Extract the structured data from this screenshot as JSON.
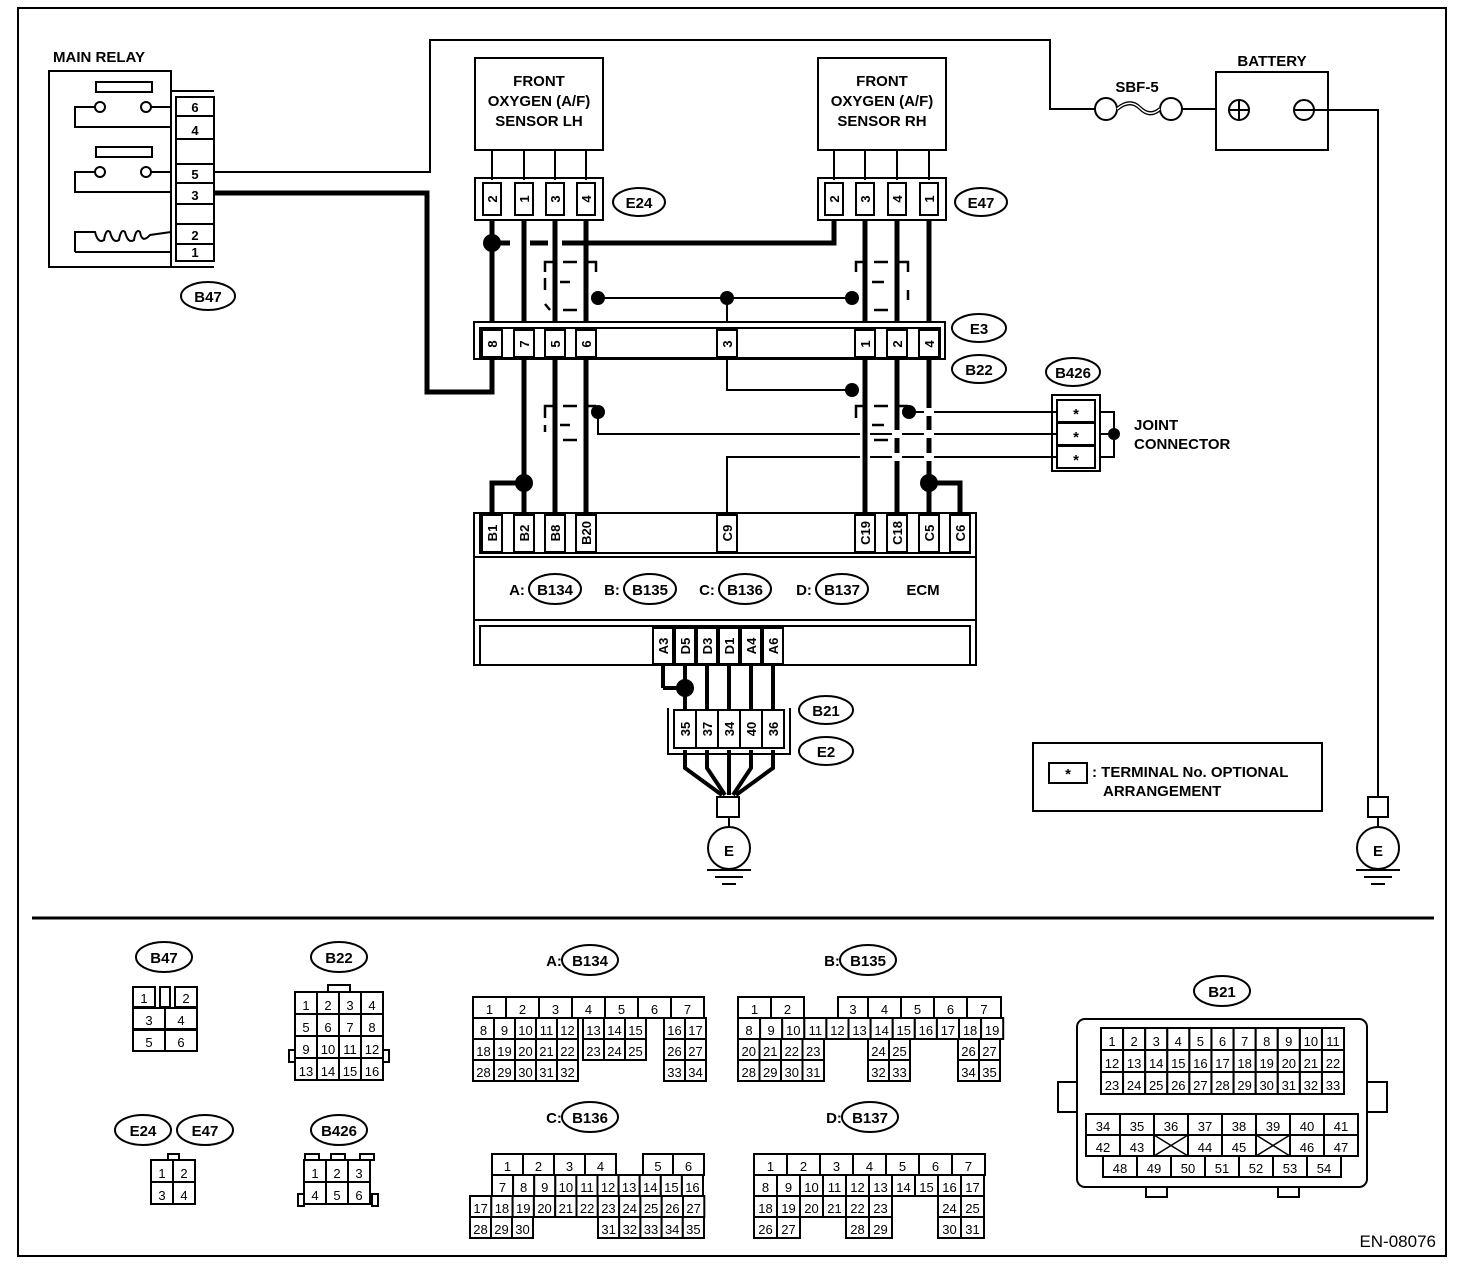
{
  "diagram": {
    "id_code": "EN-08076",
    "components": {
      "main_relay": {
        "title": "MAIN RELAY",
        "connector": "B47",
        "pins": [
          "6",
          "4",
          "",
          "5",
          "3",
          "",
          "2",
          "1"
        ]
      },
      "sensor_lh": {
        "title_lines": [
          "FRONT",
          "OXYGEN (A/F)",
          "SENSOR LH"
        ],
        "connector": "E24",
        "pins": [
          "2",
          "1",
          "3",
          "4"
        ]
      },
      "sensor_rh": {
        "title_lines": [
          "FRONT",
          "OXYGEN (A/F)",
          "SENSOR RH"
        ],
        "connector": "E47",
        "pins": [
          "2",
          "3",
          "4",
          "1"
        ]
      },
      "fuse": {
        "label": "SBF-5"
      },
      "battery": {
        "title": "BATTERY",
        "pos": "+",
        "neg": "−"
      },
      "inline_connector": {
        "labels": [
          "E3",
          "B22"
        ],
        "pins": [
          "8",
          "7",
          "5",
          "6",
          "3",
          "1",
          "2",
          "4"
        ]
      },
      "joint_connector": {
        "connector": "B426",
        "title_lines": [
          "JOINT",
          "CONNECTOR"
        ],
        "pins": [
          "*",
          "*",
          "*"
        ]
      },
      "ecm": {
        "title": "ECM",
        "top_pins": [
          "B1",
          "B2",
          "B8",
          "B20",
          "C9",
          "C19",
          "C18",
          "C5",
          "C6"
        ],
        "connectors": [
          {
            "prefix": "A:",
            "code": "B134"
          },
          {
            "prefix": "B:",
            "code": "B135"
          },
          {
            "prefix": "C:",
            "code": "B136"
          },
          {
            "prefix": "D:",
            "code": "B137"
          }
        ],
        "bottom_pins": [
          "A3",
          "D5",
          "D3",
          "D1",
          "A4",
          "A6"
        ]
      },
      "ground_connector": {
        "labels": [
          "B21",
          "E2"
        ],
        "pins": [
          "35",
          "37",
          "34",
          "40",
          "36"
        ]
      },
      "ground_symbol": {
        "label": "E"
      },
      "legend": {
        "symbol": "*",
        "line1": ": TERMINAL No. OPTIONAL",
        "line2": "ARRANGEMENT"
      }
    },
    "connector_views": {
      "B47": {
        "label": "B47",
        "rows": [
          [
            "1",
            "",
            "2"
          ],
          [
            "3",
            "4"
          ],
          [
            "5",
            "6"
          ]
        ]
      },
      "B22": {
        "label": "B22",
        "rows": [
          [
            "1",
            "2",
            "3",
            "4"
          ],
          [
            "5",
            "6",
            "7",
            "8"
          ],
          [
            "9",
            "10",
            "11",
            "12"
          ],
          [
            "13",
            "14",
            "15",
            "16"
          ]
        ]
      },
      "E24_E47": {
        "labels": [
          "E24",
          "E47"
        ],
        "rows": [
          [
            "1",
            "2"
          ],
          [
            "3",
            "4"
          ]
        ]
      },
      "B426": {
        "label": "B426",
        "rows": [
          [
            "1",
            "2",
            "3"
          ],
          [
            "4",
            "5",
            "6"
          ]
        ]
      },
      "B134": {
        "prefix": "A:",
        "label": "B134",
        "row1": [
          "1",
          "2",
          "3",
          "4",
          "5",
          "6",
          "7"
        ],
        "row2": [
          "8",
          "9",
          "10",
          "11",
          "12",
          "13",
          "14",
          "15",
          "16",
          "17"
        ],
        "row3": [
          "18",
          "19",
          "20",
          "21",
          "22",
          "23",
          "24",
          "25",
          "26",
          "27"
        ],
        "row4": [
          "28",
          "29",
          "30",
          "31",
          "32",
          "33",
          "34"
        ]
      },
      "B135": {
        "prefix": "B:",
        "label": "B135",
        "row1": [
          "1",
          "2",
          "3",
          "4",
          "5",
          "6",
          "7"
        ],
        "row2": [
          "8",
          "9",
          "10",
          "11",
          "12",
          "13",
          "14",
          "15",
          "16",
          "17",
          "18",
          "19"
        ],
        "row3": [
          "20",
          "21",
          "22",
          "23",
          "24",
          "25",
          "26",
          "27"
        ],
        "row4": [
          "28",
          "29",
          "30",
          "31",
          "32",
          "33",
          "34",
          "35"
        ]
      },
      "B136": {
        "prefix": "C:",
        "label": "B136",
        "row1": [
          "1",
          "2",
          "3",
          "4",
          "5",
          "6"
        ],
        "row2": [
          "7",
          "8",
          "9",
          "10",
          "11",
          "12",
          "13",
          "14",
          "15",
          "16"
        ],
        "row3": [
          "17",
          "18",
          "19",
          "20",
          "21",
          "22",
          "23",
          "24",
          "25",
          "26",
          "27"
        ],
        "row4": [
          "28",
          "29",
          "30",
          "31",
          "32",
          "33",
          "34",
          "35"
        ]
      },
      "B137": {
        "prefix": "D:",
        "label": "B137",
        "row1": [
          "1",
          "2",
          "3",
          "4",
          "5",
          "6",
          "7"
        ],
        "row2": [
          "8",
          "9",
          "10",
          "11",
          "12",
          "13",
          "14",
          "15",
          "16",
          "17"
        ],
        "row3": [
          "18",
          "19",
          "20",
          "21",
          "22",
          "23",
          "24",
          "25"
        ],
        "row4": [
          "26",
          "27",
          "28",
          "29",
          "30",
          "31"
        ]
      },
      "B21": {
        "label": "B21",
        "row1": [
          "1",
          "2",
          "3",
          "4",
          "5",
          "6",
          "7",
          "8",
          "9",
          "10",
          "11"
        ],
        "row2": [
          "12",
          "13",
          "14",
          "15",
          "16",
          "17",
          "18",
          "19",
          "20",
          "21",
          "22"
        ],
        "row3": [
          "23",
          "24",
          "25",
          "26",
          "27",
          "28",
          "29",
          "30",
          "31",
          "32",
          "33"
        ],
        "row4": [
          "34",
          "35",
          "36",
          "37",
          "38",
          "39",
          "40",
          "41"
        ],
        "row5": [
          "42",
          "43",
          "X",
          "44",
          "45",
          "X",
          "46",
          "47"
        ],
        "row6": [
          "48",
          "49",
          "50",
          "51",
          "52",
          "53",
          "54"
        ]
      }
    }
  }
}
